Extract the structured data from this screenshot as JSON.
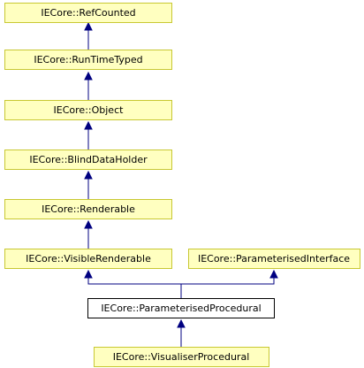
{
  "diagram": {
    "nodes": {
      "refcounted": "IECore::RefCounted",
      "runtimetyped": "IECore::RunTimeTyped",
      "object": "IECore::Object",
      "blinddataholder": "IECore::BlindDataHolder",
      "renderable": "IECore::Renderable",
      "visiblerenderable": "IECore::VisibleRenderable",
      "parameterisedinterface": "IECore::ParameterisedInterface",
      "parameterisedprocedural": "IECore::ParameterisedProcedural",
      "visualiserprocedural": "IECore::VisualiserProcedural"
    },
    "colors": {
      "node_fill": "#ffffc0",
      "node_border": "#c8c832",
      "focus_fill": "#ffffff",
      "focus_border": "#000000",
      "edge": "#000080"
    }
  }
}
